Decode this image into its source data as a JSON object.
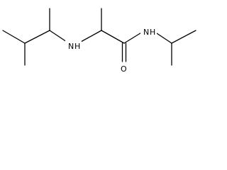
{
  "molecule": {
    "atom_labels": {
      "amine_n_label": "N",
      "amine_h_label": "H",
      "amide_n_label": "N",
      "amide_h_label": "H",
      "carbonyl_o_label": "O"
    },
    "colors": {
      "bond": "#000000",
      "text": "#000000",
      "background": "#ffffff"
    }
  }
}
